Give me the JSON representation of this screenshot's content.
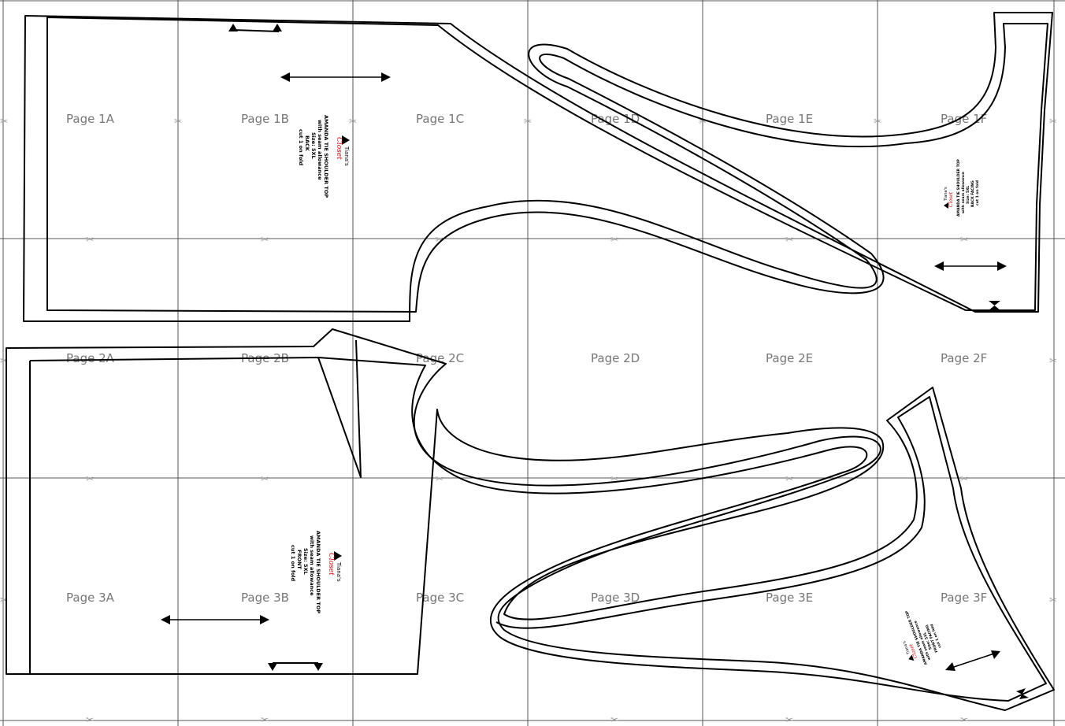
{
  "pages": [
    [
      "Page 1A",
      "Page 1B",
      "Page 1C",
      "Page 1D",
      "Page 1E",
      "Page 1F"
    ],
    [
      "Page 2A",
      "Page 2B",
      "Page 2C",
      "Page 2D",
      "Page 2E",
      "Page 2F"
    ],
    [
      "Page 3A",
      "Page 3B",
      "Page 3C",
      "Page 3D",
      "Page 3E",
      "Page 3F"
    ]
  ],
  "pieces": {
    "back": {
      "brand_top": "Tiana's",
      "brand_script": "Closet",
      "lines": [
        "AMANDA TIE SHOULDER TOP",
        "with seam allowance",
        "Size: 5XL",
        "BACK",
        "cut 1 on fold"
      ]
    },
    "front": {
      "brand_top": "Tiana's",
      "brand_script": "Closet",
      "lines": [
        "AMANDA TIE SHOULDER TOP",
        "with seam allowance",
        "Size: 5XL",
        "FRONT",
        "cut 1 on fold"
      ]
    },
    "back_facing": {
      "brand_top": "Tiana's",
      "brand_script": "Closet",
      "lines": [
        "AMANDA TIE SHOULDER TOP",
        "with seam allowance",
        "Size: 5XL",
        "BACK FACING",
        "cut 1 on fold"
      ]
    },
    "front_facing": {
      "brand_top": "Tiana's",
      "brand_script": "Closet",
      "lines": [
        "AMANDA TIE SHOULDER TOP",
        "with seam allowance",
        "Size: 5XL",
        "FRONT FACING",
        "cut 1 on fold"
      ]
    }
  },
  "colors": {
    "outline": "#000000",
    "grid": "#555555",
    "label": "#777777",
    "brand": "#cc0000"
  }
}
